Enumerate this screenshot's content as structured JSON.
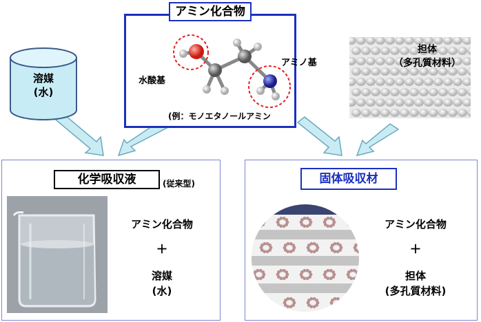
{
  "amine": {
    "title": "アミン化合物",
    "hydroxyl_label": "水酸基",
    "amino_label": "アミノ基",
    "example_label": "(例：モノエタノールアミン"
  },
  "solvent": {
    "line1": "溶媒",
    "line2": "(水)"
  },
  "support": {
    "line1": "担体",
    "line2": "（多孔質材料）"
  },
  "liquid": {
    "title": "化学吸収液",
    "subtitle": "(従来型)",
    "comp1": "アミン化合物",
    "plus": "＋",
    "comp2_line1": "溶媒",
    "comp2_line2": "(水)"
  },
  "solid": {
    "title": "固体吸収材",
    "comp1": "アミン化合物",
    "plus": "＋",
    "comp2_line1": "担体",
    "comp2_line2": "(多孔質材料)"
  },
  "colors": {
    "frame_blue": "#1a2fbf",
    "arrow_fill": "#c9ecf4",
    "arrow_stroke": "#6aa8bf",
    "cylinder": "#c8ecf6"
  }
}
